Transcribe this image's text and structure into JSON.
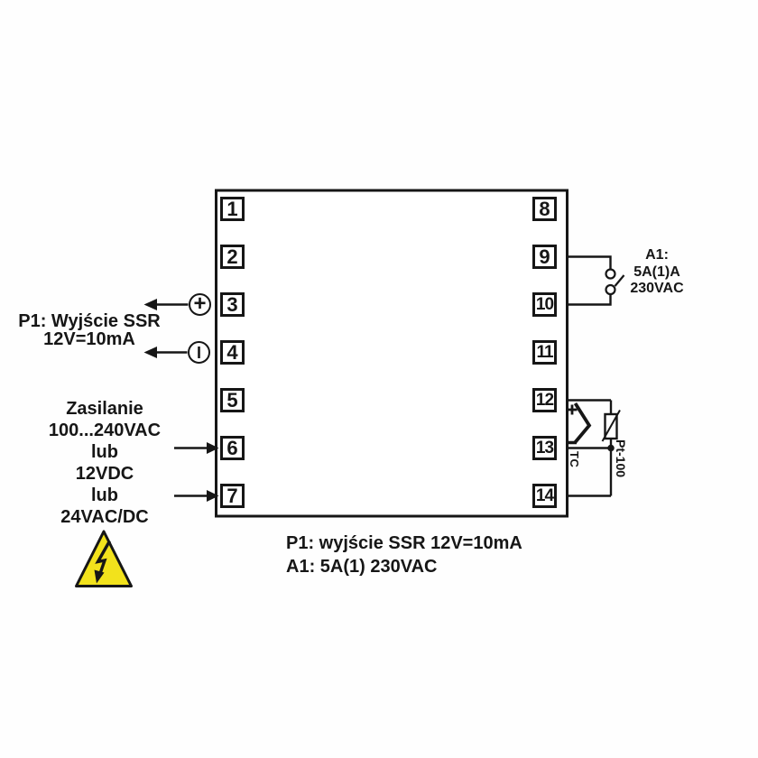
{
  "diagram_type": "wiring-diagram",
  "terminals": {
    "left": [
      "1",
      "2",
      "3",
      "4",
      "5",
      "6",
      "7"
    ],
    "right": [
      "8",
      "9",
      "10",
      "11",
      "12",
      "13",
      "14"
    ]
  },
  "ssr_output": {
    "line1": "P1: Wyjście SSR",
    "line2": "12V=10mA",
    "plus_symbol": "+",
    "minus_symbol": "I"
  },
  "power": {
    "lines": [
      "Zasilanie",
      "100...240VAC",
      "lub",
      "12VDC",
      "lub",
      "24VAC/DC"
    ]
  },
  "relay": {
    "line1": "A1:",
    "line2": "5A(1)A",
    "line3": "230VAC"
  },
  "sensor": {
    "tc_label": "TC",
    "pt100_label": "Pt-100"
  },
  "footer": {
    "line1": "P1: wyjście SSR 12V=10mA",
    "line2": "A1: 5A(1) 230VAC"
  },
  "icons": {
    "high_voltage_warning": "lightning-bolt-triangle",
    "relay_contact": "open-contact",
    "thermocouple": "tc-wedge",
    "rtd": "pt100-resistor"
  },
  "colors": {
    "line": "#161616",
    "warning_yellow": "#f2e21c",
    "background": "#ffffff"
  }
}
